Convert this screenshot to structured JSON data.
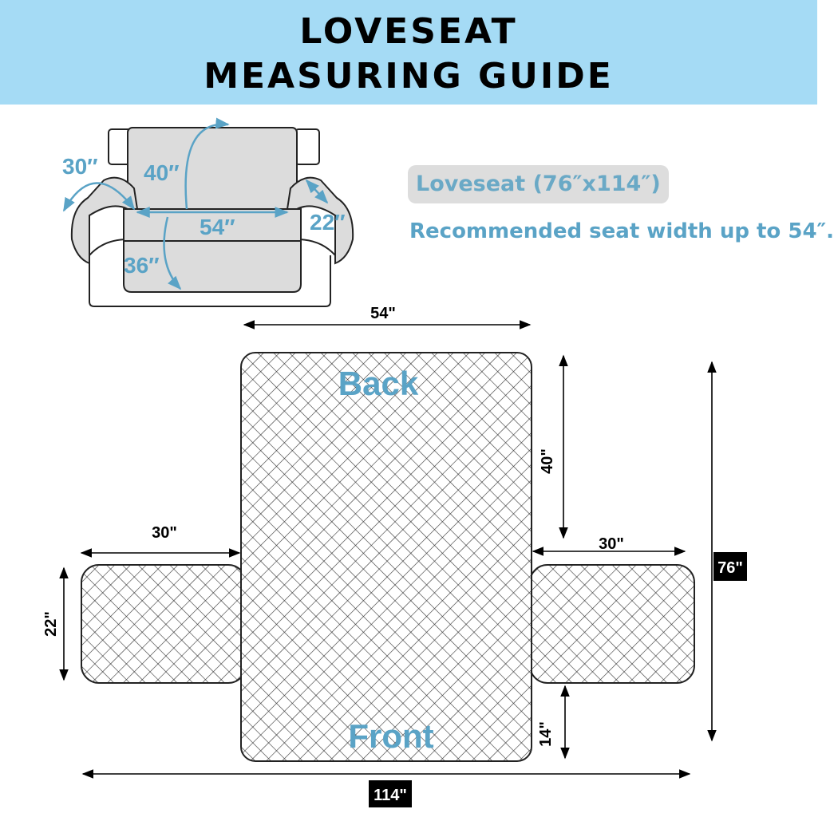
{
  "header": {
    "line1": "LOVESEAT",
    "line2": "MEASURING GUIDE"
  },
  "info": {
    "model_label": "Loveseat (76″x114″)",
    "recommendation": "Recommended seat width up to 54″."
  },
  "sofa_sketch": {
    "arm_depth": "30″",
    "back_height": "40″",
    "seat_width": "54″",
    "arm_width": "22″",
    "seat_depth": "36″"
  },
  "cover_diagram": {
    "top_width": "54\"",
    "back_height": "40\"",
    "left_arm_length": "30\"",
    "right_arm_length": "30\"",
    "arm_width": "22\"",
    "front_tuck": "14\"",
    "total_height": "76\"",
    "total_width": "114\"",
    "back_label": "Back",
    "front_label": "Front"
  },
  "colors": {
    "header_bg": "#a5dbf5",
    "accent_blue": "#5aa3c6",
    "pill_bg": "#dddddd",
    "outline": "#333333"
  }
}
